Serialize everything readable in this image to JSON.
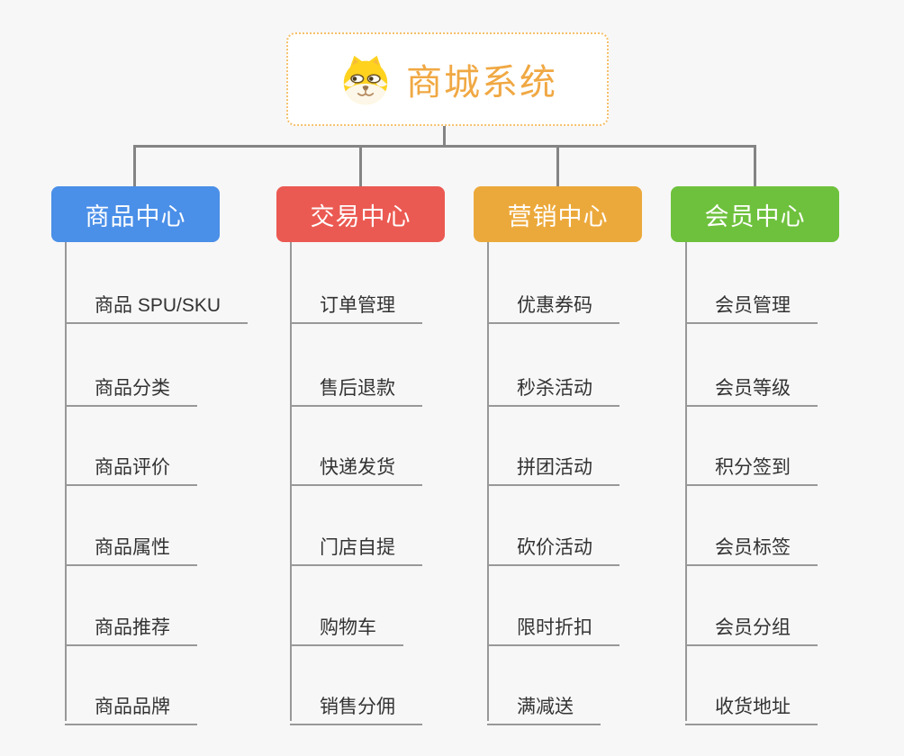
{
  "page": {
    "background": "#F7F7F7",
    "connector_color": "#848484",
    "leaf_line_color": "#989898"
  },
  "root": {
    "title": "商城系统",
    "icon": "shiba-dog-icon",
    "title_color": "#F0A843",
    "border_color": "#F5C06A"
  },
  "branches": [
    {
      "label": "商品中心",
      "color": "#4A8FE8",
      "items": [
        "商品 SPU/SKU",
        "商品分类",
        "商品评价",
        "商品属性",
        "商品推荐",
        "商品品牌"
      ]
    },
    {
      "label": "交易中心",
      "color": "#EB5A52",
      "items": [
        "订单管理",
        "售后退款",
        "快递发货",
        "门店自提",
        "购物车",
        "销售分佣"
      ]
    },
    {
      "label": "营销中心",
      "color": "#ECA93B",
      "items": [
        "优惠券码",
        "秒杀活动",
        "拼团活动",
        "砍价活动",
        "限时折扣",
        "满减送"
      ]
    },
    {
      "label": "会员中心",
      "color": "#6EC13C",
      "items": [
        "会员管理",
        "会员等级",
        "积分签到",
        "会员标签",
        "会员分组",
        "收货地址"
      ]
    }
  ]
}
